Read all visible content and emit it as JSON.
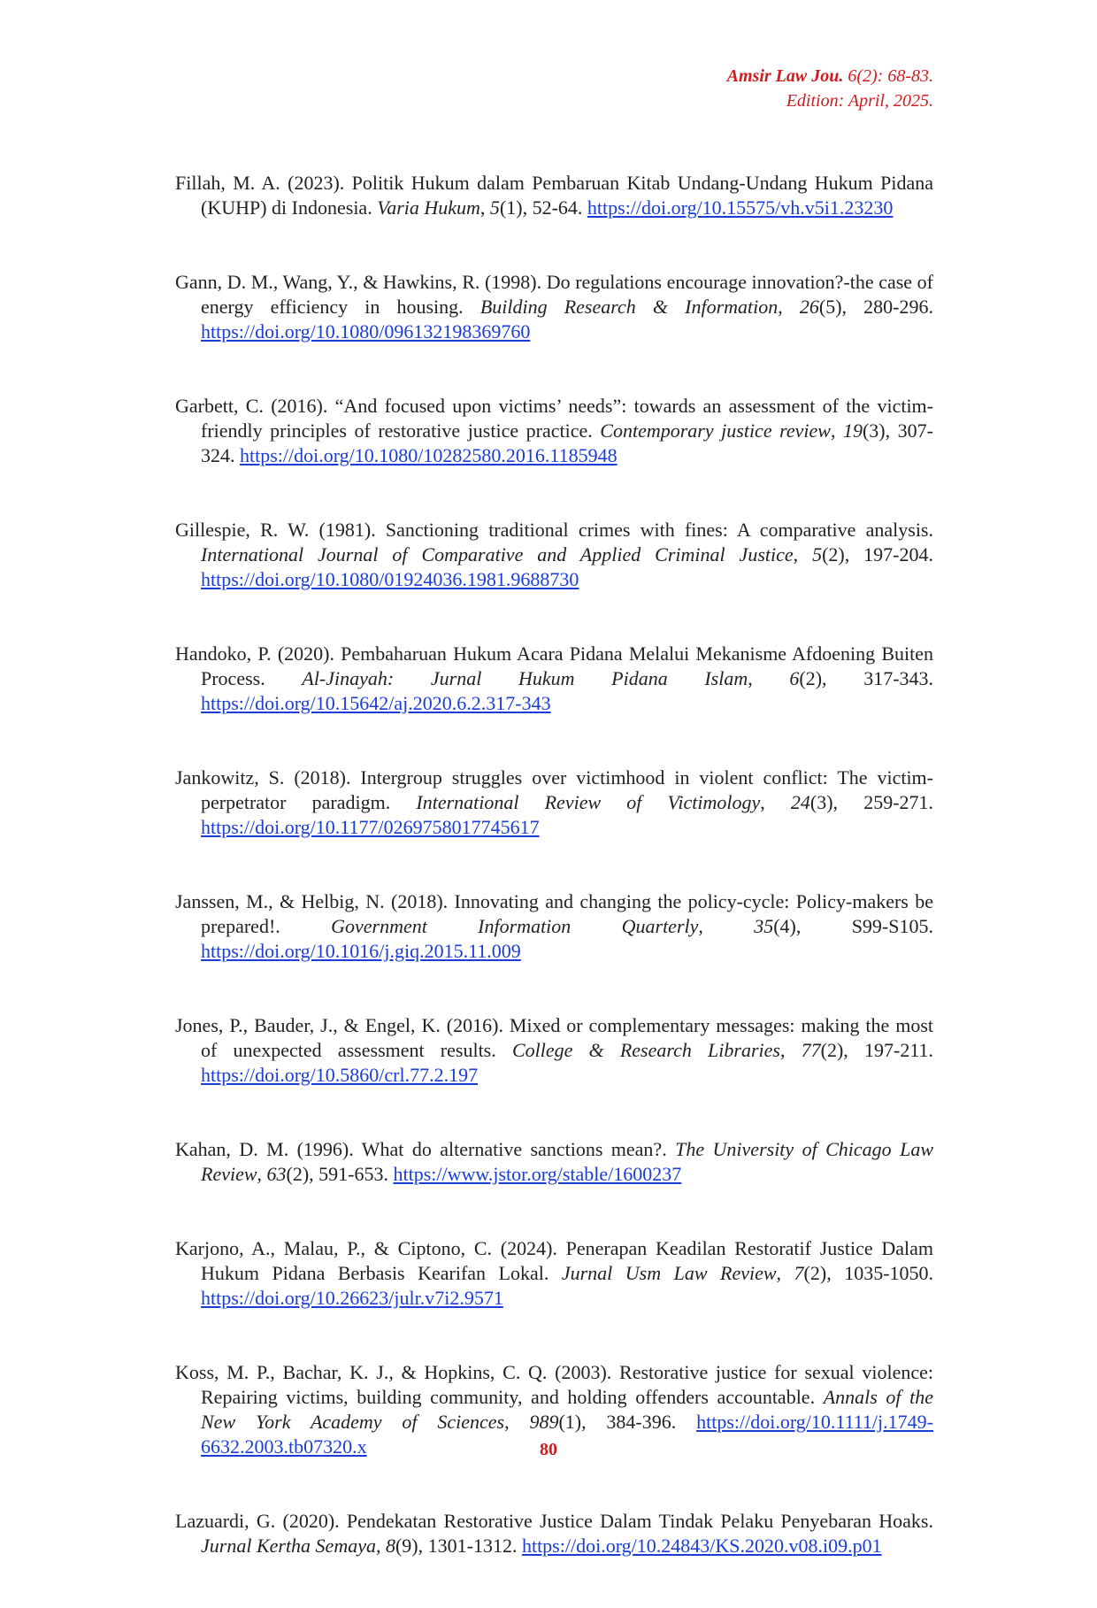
{
  "header": {
    "journal": "Amsir Law Jou.",
    "volume_pages": " 6(2): 68-83.",
    "edition": "Edition: April, 2025."
  },
  "references": [
    {
      "pre": "Fillah, M. A. (2023). Politik Hukum dalam Pembaruan Kitab Undang-Undang Hukum Pidana (KUHP) di Indonesia. ",
      "journal": "Varia Hukum",
      "sep": ", ",
      "volume": "5",
      "post": "(1), 52-64. ",
      "link": "https://doi.org/10.15575/vh.v5i1.23230"
    },
    {
      "pre": "Gann, D. M., Wang, Y., & Hawkins, R. (1998). Do regulations encourage innovation?-the case of energy efficiency in housing. ",
      "journal": "Building Research & Information",
      "sep": ", ",
      "volume": "26",
      "post": "(5), 280-296. ",
      "link": "https://doi.org/10.1080/096132198369760"
    },
    {
      "pre": "Garbett, C. (2016). “And focused upon victims’ needs”: towards an assessment of the victim-friendly principles of restorative justice practice. ",
      "journal": "Contemporary justice review",
      "sep": ", ",
      "volume": "19",
      "post": "(3), 307-324. ",
      "link": "https://doi.org/10.1080/10282580.2016.1185948"
    },
    {
      "pre": "Gillespie, R. W. (1981). Sanctioning traditional crimes with fines: A comparative analysis. ",
      "journal": "International Journal of Comparative and Applied Criminal Justice",
      "sep": ", ",
      "volume": "5",
      "post": "(2), 197-204. ",
      "link": "https://doi.org/10.1080/01924036.1981.9688730"
    },
    {
      "pre": "Handoko, P. (2020). Pembaharuan Hukum Acara Pidana Melalui Mekanisme Afdoening Buiten Process. ",
      "journal": "Al-Jinayah: Jurnal Hukum Pidana Islam",
      "sep": ", ",
      "volume": "6",
      "post": "(2), 317-343. ",
      "link": "https://doi.org/10.15642/aj.2020.6.2.317-343"
    },
    {
      "pre": "Jankowitz, S. (2018). Intergroup struggles over victimhood in violent conflict: The victim-perpetrator paradigm. ",
      "journal": "International Review of Victimology",
      "sep": ", ",
      "volume": "24",
      "post": "(3), 259-271. ",
      "link": "https://doi.org/10.1177/0269758017745617"
    },
    {
      "pre": "Janssen, M., & Helbig, N. (2018). Innovating and changing the policy-cycle: Policy-makers be prepared!. ",
      "journal": "Government Information Quarterly",
      "sep": ", ",
      "volume": "35",
      "post": "(4), S99-S105. ",
      "link": "https://doi.org/10.1016/j.giq.2015.11.009"
    },
    {
      "pre": "Jones, P., Bauder, J., & Engel, K. (2016). Mixed or complementary messages: making the most of unexpected assessment results. ",
      "journal": "College & Research Libraries",
      "sep": ", ",
      "volume": "77",
      "post": "(2), 197-211. ",
      "link": "https://doi.org/10.5860/crl.77.2.197"
    },
    {
      "pre": "Kahan, D. M. (1996). What do alternative sanctions mean?. ",
      "journal": "The University of Chicago Law Review",
      "sep": ", ",
      "volume": "63",
      "post": "(2), 591-653. ",
      "link": "https://www.jstor.org/stable/1600237"
    },
    {
      "pre": "Karjono, A., Malau, P., & Ciptono, C. (2024). Penerapan Keadilan Restoratif Justice Dalam Hukum Pidana Berbasis Kearifan Lokal. ",
      "journal": "Jurnal Usm Law Review",
      "sep": ", ",
      "volume": "7",
      "post": "(2), 1035-1050. ",
      "link": "https://doi.org/10.26623/julr.v7i2.9571"
    },
    {
      "pre": "Koss, M. P., Bachar, K. J., & Hopkins, C. Q. (2003). Restorative justice for sexual violence: Repairing victims, building community, and holding offenders accountable. ",
      "journal": "Annals of the New York Academy of Sciences",
      "sep": ", ",
      "volume": "989",
      "post": "(1), 384-396. ",
      "link": "https://doi.org/10.1111/j.1749-6632.2003.tb07320.x"
    },
    {
      "pre": "Lazuardi, G. (2020). Pendekatan Restorative Justice Dalam Tindak Pelaku Penyebaran Hoaks. ",
      "journal": "Jurnal Kertha Semaya",
      "sep": ", ",
      "volume": "8",
      "post": "(9), 1301-1312. ",
      "link": "https://doi.org/10.24843/KS.2020.v08.i09.p01"
    }
  ],
  "page_number": "80"
}
